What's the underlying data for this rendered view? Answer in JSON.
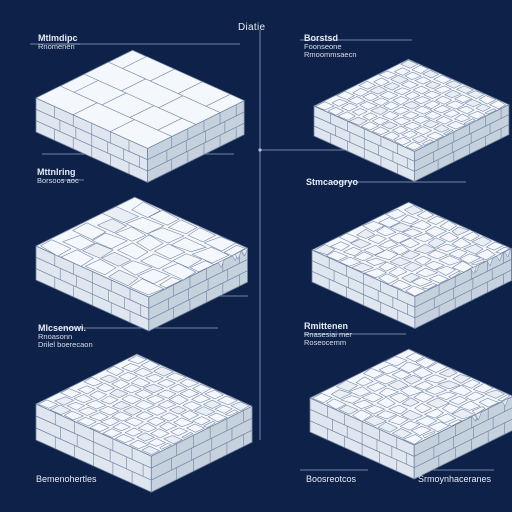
{
  "title": "Diatie",
  "colors": {
    "background": "#0e2149",
    "stone_top": "#f4f7fb",
    "stone_left": "#dfe6ef",
    "stone_right": "#c6d1de",
    "line": "#aebfd6",
    "mortar": "#6f82a0"
  },
  "panels": [
    {
      "id": "p1",
      "pattern": "large-blocks",
      "lines": [
        "Mtlmdipc",
        "Rnomenen"
      ]
    },
    {
      "id": "p2",
      "pattern": "small-cobble",
      "lines": [
        "Borstsd",
        "Foonseone",
        "Rmoommsaecn"
      ]
    },
    {
      "id": "p3",
      "pattern": "broken-blocks",
      "lines": [
        "Mttnlring",
        "Borsoos aoc"
      ]
    },
    {
      "id": "p4",
      "pattern": "rough-cobble",
      "lines": [
        "Stmcaogryo"
      ]
    },
    {
      "id": "p5",
      "pattern": "small-cobble",
      "lines": [
        "Mlcsenowi.",
        "Rnoasonn",
        "Drilel boerecaon"
      ]
    },
    {
      "id": "p6",
      "pattern": "rough-cobble",
      "lines": [
        "Rmittenen",
        "Rnasesiai mer",
        "Roseocemm"
      ]
    }
  ],
  "footer": {
    "left": "Bemenohertles",
    "middle": "Boosreotcos",
    "right": "Srmoynhaceranes"
  }
}
